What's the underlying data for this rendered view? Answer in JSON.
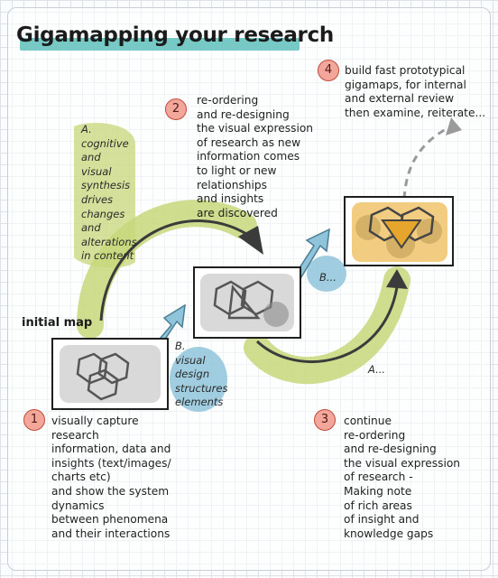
{
  "title": "Gigamapping your research",
  "colors": {
    "accent_teal": "#77c9c6",
    "accent_olive": "#c7d77a",
    "accent_blue": "#8fc4da",
    "accent_orange": "#f0c36a",
    "badge": "#f3a79b"
  },
  "initial_map_label": "initial map",
  "steps": [
    {
      "number": "1",
      "text": "visually capture\nresearch\ninformation, data and\ninsights (text/images/\ncharts etc)\nand show the system\ndynamics\nbetween phenomena\nand their interactions"
    },
    {
      "number": "2",
      "text": "re-ordering\nand re-designing\nthe visual expression\nof research as new\ninformation comes\nto light or new\nrelationships\nand insights\nare discovered"
    },
    {
      "number": "3",
      "text": "continue\nre-ordering\nand re-designing\nthe visual expression\nof research -\nMaking note\nof rich areas\nof insight and\nknowledge gaps"
    },
    {
      "number": "4",
      "text": "build fast prototypical\ngigamaps, for internal\nand external review\nthen examine, reiterate..."
    }
  ],
  "annotations": {
    "a_synthesis": "A.\ncognitive\nand\nvisual\nsynthesis\ndrives\nchanges\nand\nalterations\nin content",
    "b_design": "B.\nvisual\ndesign\nstructures\nelements",
    "b_short": "B...",
    "a_short": "A..."
  }
}
